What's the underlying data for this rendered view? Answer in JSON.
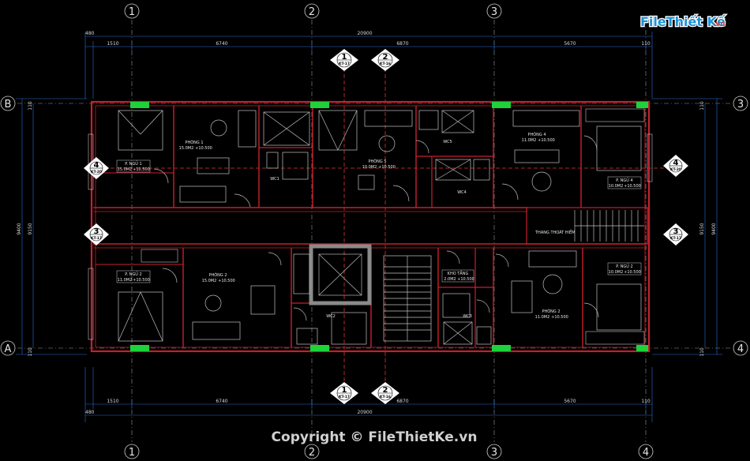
{
  "logo": {
    "main": "FileThiết Kế",
    "suffix": ".vn"
  },
  "watermark": "Copyright © FileThietKe.vn",
  "grid_axes": {
    "columns": [
      "1",
      "2",
      "3",
      "4"
    ],
    "rows": [
      "A",
      "B",
      "3",
      "4"
    ]
  },
  "section_markers": [
    {
      "num": "1",
      "ref": "KT-17"
    },
    {
      "num": "2",
      "ref": "KT-16"
    },
    {
      "num": "3",
      "ref": "KT-17"
    },
    {
      "num": "4",
      "ref": "KT-20"
    }
  ],
  "dimensions": {
    "top_total": "20900",
    "top_left_offset": "480",
    "top_right_offset": "110",
    "spans": [
      "1510",
      "6740",
      "6870",
      "5670"
    ],
    "side_total": "9400",
    "side_inner": "9150",
    "side_top_offset": "110",
    "side_bottom_offset": "110"
  },
  "rooms": {
    "p_ngu_1": "P. NGỦ 1",
    "phong_1": "PHÒNG 1",
    "phong_5": "PHÒNG 5",
    "phong_4": "PHÒNG 4",
    "p_ngu_4": "P. NGỦ 4",
    "p_ngu_2_left": "P. NGỦ 2",
    "phong_2_left": "PHÒNG 2",
    "kho_tang": "KHO TẦNG",
    "phong_2_right": "PHÒNG 2",
    "p_ngu_2_right": "P. NGỦ 2",
    "wc1": "WC1",
    "wc2": "WC2",
    "wc3": "WC3",
    "wc4": "WC4",
    "wc5": "WC5",
    "thang_thoat_hiem": "THANG THOÁT HIỂM"
  },
  "room_tags": {
    "area_a": "15.0M2",
    "area_b": "10.0M2",
    "area_c": "11.0M2",
    "area_d": "15.0M2",
    "area_e": "2.0M2",
    "level": "+10.500"
  },
  "colors": {
    "wall": "#c71f2c",
    "dimension": "#2a6fd6",
    "window": "#1fd23a",
    "logo": "#1f93d6"
  }
}
